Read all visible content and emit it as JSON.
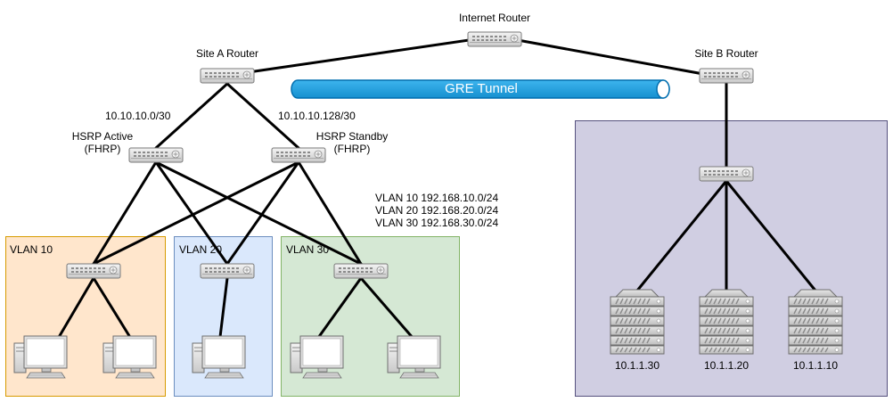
{
  "colors": {
    "vlan10_fill": "#ffe6cc",
    "vlan10_stroke": "#d79b00",
    "vlan20_fill": "#dae8fc",
    "vlan20_stroke": "#6c8ebf",
    "vlan30_fill": "#d5e8d4",
    "vlan30_stroke": "#82b366",
    "siteb_fill": "#d0cee2",
    "siteb_stroke": "#56517e",
    "tunnel_fill": "#1ba1e2",
    "tunnel_stroke": "#006eaf"
  },
  "routers": {
    "internet": "Internet Router",
    "site_a": "Site A Router",
    "site_b": "Site B Router"
  },
  "tunnel": {
    "label": "GRE Tunnel"
  },
  "subnets": {
    "left": "10.10.10.0/30",
    "right": "10.10.10.128/30"
  },
  "hsrp": {
    "active_line1": "HSRP Active",
    "active_line2": "(FHRP)",
    "standby_line1": "HSRP Standby",
    "standby_line2": "(FHRP)"
  },
  "vlan_info": [
    "VLAN 10 192.168.10.0/24",
    "VLAN 20 192.168.20.0/24",
    "VLAN 30 192.168.30.0/24"
  ],
  "zones": {
    "vlan10": "VLAN 10",
    "vlan20": "VLAN 20",
    "vlan30": "VLAN 30"
  },
  "servers": [
    "10.1.1.30",
    "10.1.1.20",
    "10.1.1.10"
  ]
}
